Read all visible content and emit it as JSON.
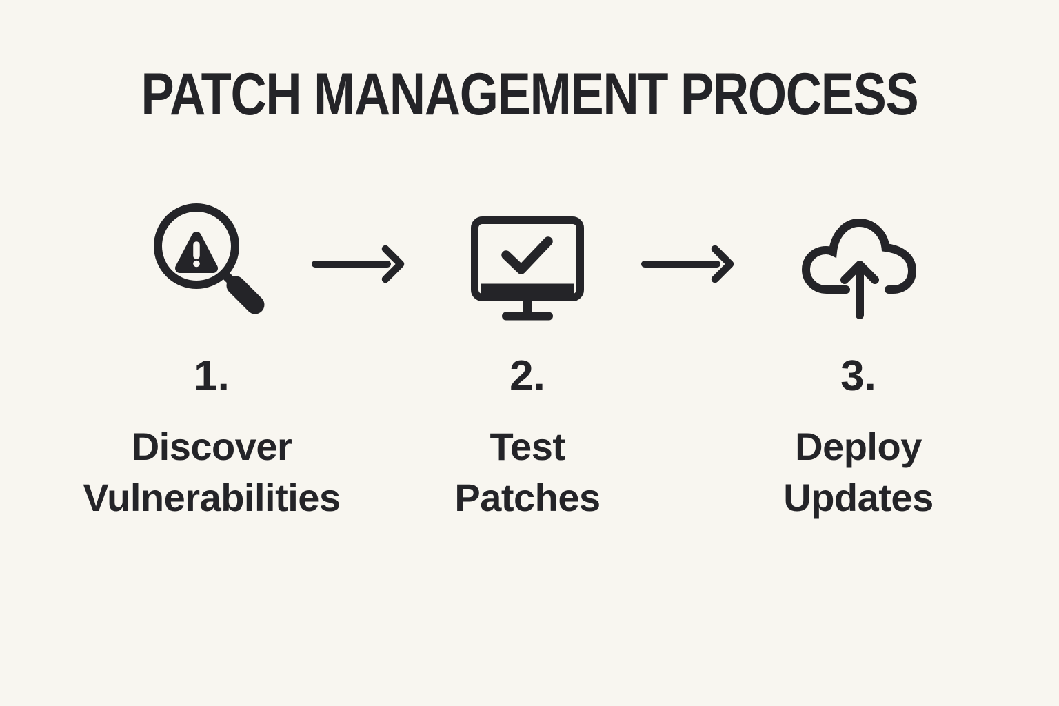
{
  "title": "PATCH MANAGEMENT PROCESS",
  "colors": {
    "background": "#f8f6f0",
    "ink": "#242428"
  },
  "steps": [
    {
      "number": "1.",
      "label": "Discover Vulnerabilities",
      "label_lines": [
        "Discover",
        "Vulnerabilities"
      ],
      "icon": "magnifier-warning-icon"
    },
    {
      "number": "2.",
      "label": "Test Patches",
      "label_lines": [
        "Test",
        "Patches"
      ],
      "icon": "monitor-check-icon"
    },
    {
      "number": "3.",
      "label": "Deploy Updates",
      "label_lines": [
        "Deploy",
        "Updates"
      ],
      "icon": "cloud-upload-icon"
    }
  ],
  "connectors": [
    {
      "icon": "arrow-right-icon"
    },
    {
      "icon": "arrow-right-icon"
    }
  ]
}
